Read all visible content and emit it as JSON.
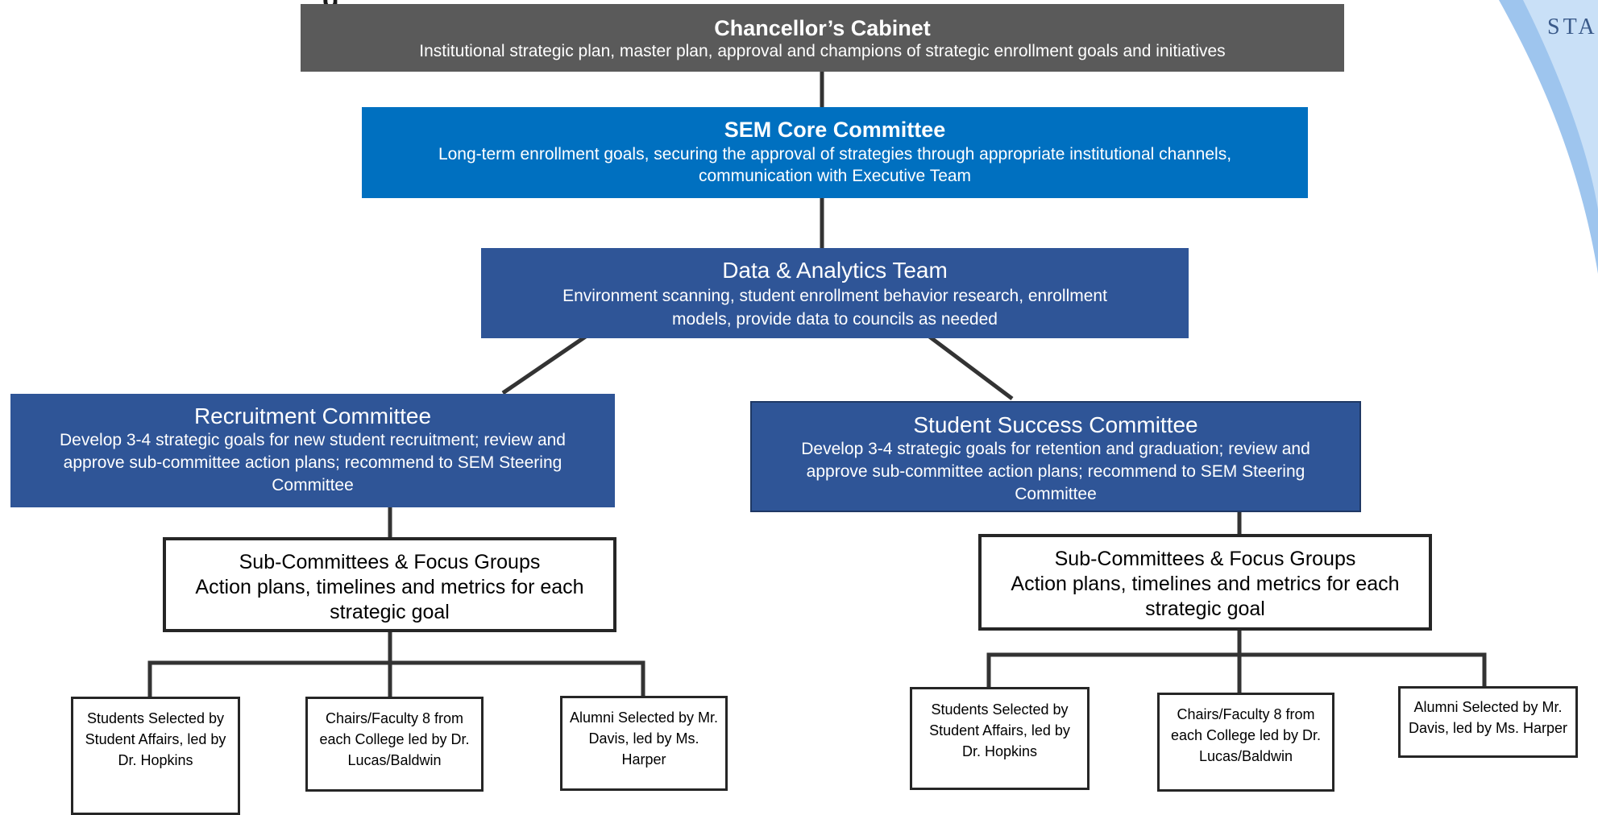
{
  "header_fragment": "g",
  "logo": {
    "text": "STA"
  },
  "cabinet": {
    "title": "Chancellor’s Cabinet",
    "desc": "Institutional strategic plan, master plan, approval and champions of strategic enrollment goals and initiatives"
  },
  "core": {
    "title": "SEM Core Committee",
    "desc": "Long-term enrollment goals, securing the approval of strategies through appropriate institutional channels, communication with Executive Team"
  },
  "analytics": {
    "title": "Data & Analytics Team",
    "desc": "Environment scanning, student enrollment behavior research, enrollment models, provide data to councils as needed"
  },
  "recruitment": {
    "title": "Recruitment Committee",
    "desc": "Develop 3-4 strategic goals for new student recruitment; review and approve sub-committee action plans; recommend to SEM Steering Committee",
    "sub": {
      "title": "Sub-Committees & Focus Groups",
      "desc": "Action plans, timelines and metrics for each strategic goal"
    },
    "groups": [
      {
        "text": "Students Selected by Student Affairs, led by Dr. Hopkins"
      },
      {
        "text": "Chairs/Faculty 8 from each College led by Dr. Lucas/Baldwin"
      },
      {
        "text": "Alumni Selected by Mr. Davis, led by Ms. Harper"
      }
    ]
  },
  "success": {
    "title": "Student Success Committee",
    "desc": "Develop 3-4 strategic goals for retention and graduation; review and approve sub-committee action plans; recommend to SEM Steering Committee",
    "sub": {
      "title": "Sub-Committees & Focus Groups",
      "desc": "Action plans, timelines and metrics for each strategic goal"
    },
    "groups": [
      {
        "text": "Students Selected by Student Affairs, led by Dr. Hopkins"
      },
      {
        "text": "Chairs/Faculty 8 from each College led by Dr. Lucas/Baldwin"
      },
      {
        "text": "Alumni Selected by Mr. Davis, led by Ms. Harper"
      }
    ]
  },
  "colors": {
    "cabinet": "#5a5a5a",
    "core": "#0070c0",
    "navy": "#2f5597",
    "outline": "#262626",
    "connector": "#333333"
  }
}
